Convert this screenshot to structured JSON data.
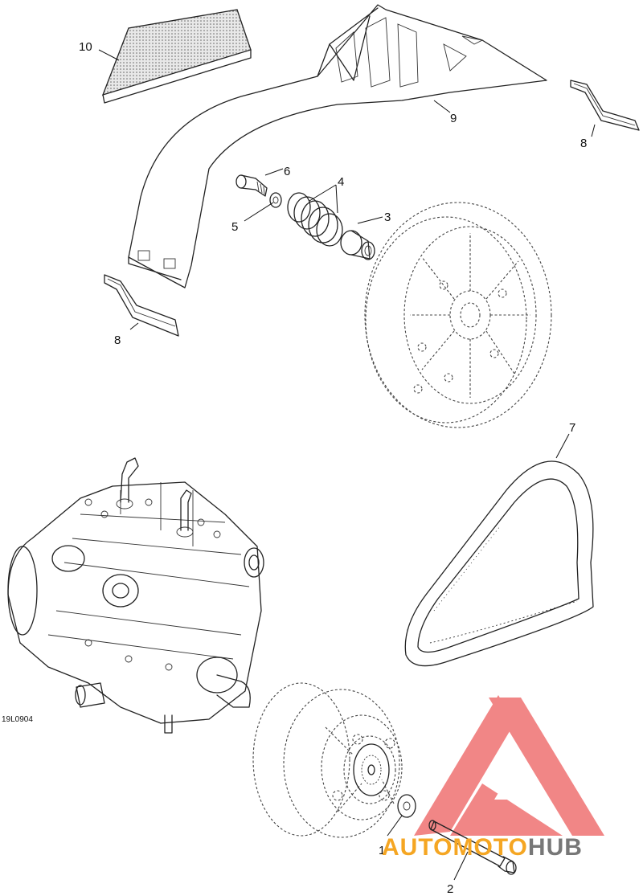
{
  "drawing_code": "19L0904",
  "callouts": [
    "1",
    "2",
    "3",
    "4",
    "5",
    "6",
    "7",
    "8",
    "8",
    "9",
    "10"
  ],
  "watermark": {
    "part1": "AUTO",
    "part2": "MOTO",
    "part3": "HUB",
    "colors": {
      "logo": "#f07a7a",
      "orange": "#f5a623",
      "grey": "#777777"
    }
  },
  "icons": [
    "guard-pad",
    "belt-guard",
    "guard-clip",
    "bolt",
    "washer",
    "spring",
    "spacer",
    "driven-pulley",
    "engine",
    "drive-belt",
    "drive-pulley",
    "logo-triangle"
  ]
}
